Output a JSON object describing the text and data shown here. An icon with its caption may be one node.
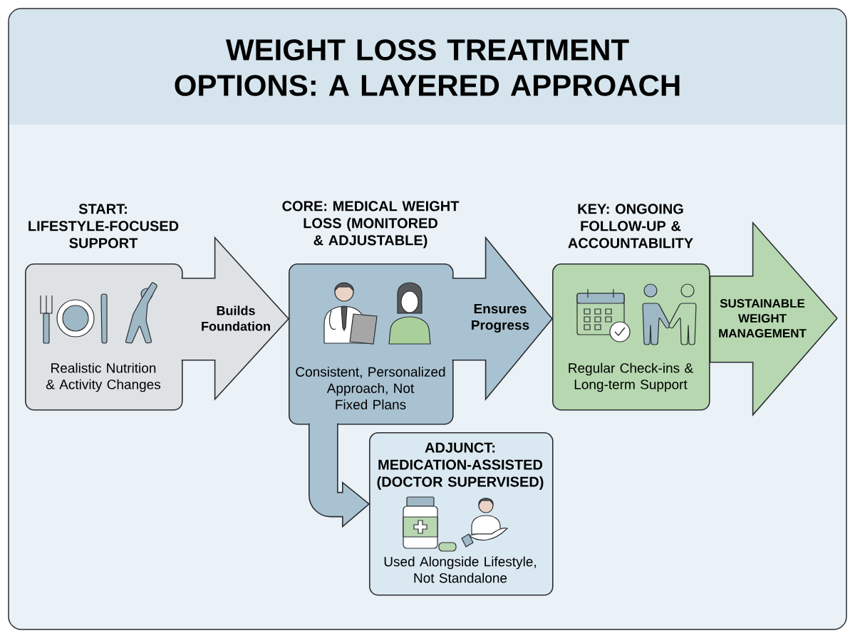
{
  "diagram": {
    "title": "WEIGHT LOSS TREATMENT OPTIONS: A LAYERED APPROACH",
    "nodes": [
      {
        "text": [
          "START: LIFESTYLE-FOCUSED SUPPORT",
          "Realistic Nutrition & Activity Changes"
        ]
      },
      {
        "text": [
          "CORE: MEDICAL WEIGHT LOSS (MONITORED & ADJUSTABLE)",
          "Consistent, Personalized Approach, Not Fixed Plans"
        ]
      },
      {
        "text": [
          "KEY: ONGOING FOLLOW-UP & ACCOUNTABILITY",
          "Regular Check-ins & Long-term Support"
        ]
      },
      {
        "text": [
          "ADJUNCT: MEDICATION-ASSISTED (DOCTOR SUPERVISED)",
          "Used Alongside Lifestyle, Not Standalone"
        ]
      }
    ],
    "edges": [
      {
        "from": 0,
        "to": 1,
        "arrow": "to",
        "label": "Builds Foundation",
        "color": "#dfe2e5"
      },
      {
        "from": 1,
        "to": 2,
        "arrow": "to",
        "label": "Ensures Progress"
      },
      {
        "from": 1,
        "to": 3,
        "arrow": "to"
      },
      {
        "from": 2,
        "to": null,
        "arrow": "to",
        "label": "SUSTAINABLE WEIGHT MANAGEMENT",
        "color": "#b6d7af"
      }
    ]
  }
}
